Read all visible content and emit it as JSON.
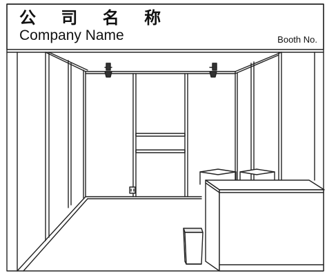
{
  "fascia": {
    "company_name_cn": "公 司 名 称",
    "company_name_en": "Company Name",
    "booth_no": "Booth No."
  },
  "colors": {
    "line": "#222222",
    "background": "#ffffff",
    "wastebasket_shade": "#e8e8e8"
  },
  "icons": [
    "spotlight-icon",
    "power-socket-icon"
  ]
}
